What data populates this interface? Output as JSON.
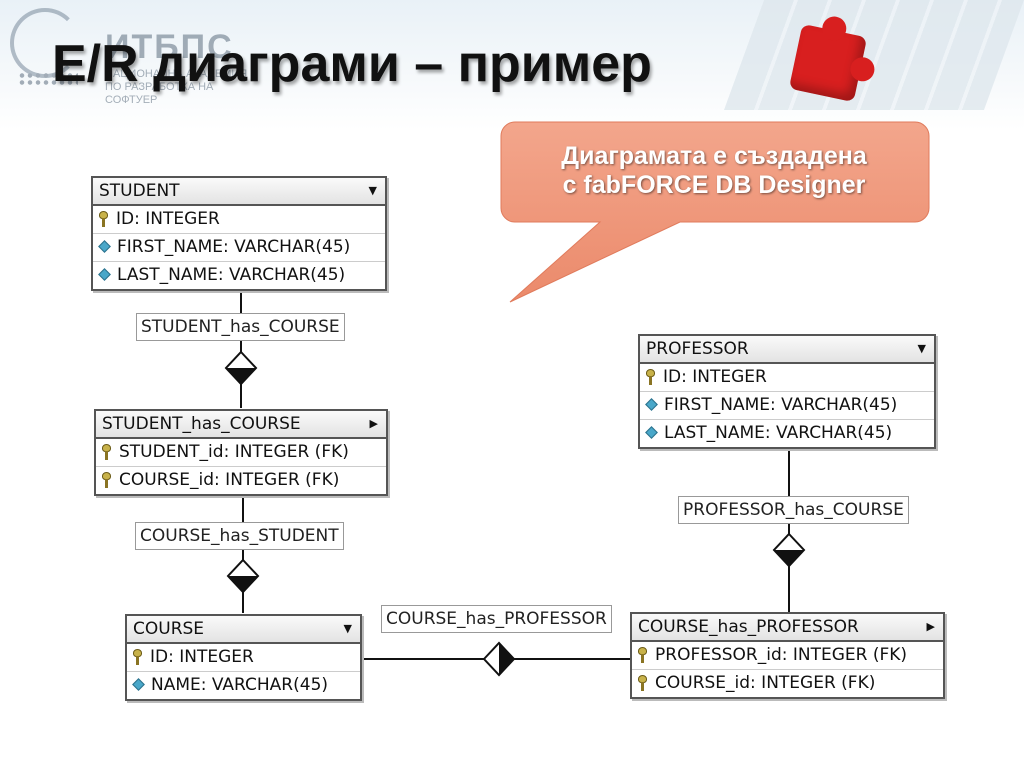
{
  "slide": {
    "title": "E/R диаграми – пример",
    "logo_text": "ИТБПС",
    "logo_subtitle": "НАЦИОНАЛНА АКАДЕМИЯ ПО РАЗРАБОТКА НА СОФТУЕР"
  },
  "callout": {
    "line1": "Диаграмата е създадена",
    "line2": "с fabFORCE DB Designer",
    "color": "#f0977a"
  },
  "entities": {
    "student": {
      "name": "STUDENT",
      "fields": [
        {
          "text": "ID: INTEGER",
          "icon": "key-icon"
        },
        {
          "text": "FIRST_NAME: VARCHAR(45)",
          "icon": "diamond-icon"
        },
        {
          "text": "LAST_NAME: VARCHAR(45)",
          "icon": "diamond-icon"
        }
      ]
    },
    "student_has_course": {
      "name": "STUDENT_has_COURSE",
      "fields": [
        {
          "text": "STUDENT_id: INTEGER (FK)",
          "icon": "key-icon"
        },
        {
          "text": "COURSE_id: INTEGER (FK)",
          "icon": "key-icon"
        }
      ]
    },
    "course": {
      "name": "COURSE",
      "fields": [
        {
          "text": "ID: INTEGER",
          "icon": "key-icon"
        },
        {
          "text": "NAME: VARCHAR(45)",
          "icon": "diamond-icon"
        }
      ]
    },
    "professor": {
      "name": "PROFESSOR",
      "fields": [
        {
          "text": "ID: INTEGER",
          "icon": "key-icon"
        },
        {
          "text": "FIRST_NAME: VARCHAR(45)",
          "icon": "diamond-icon"
        },
        {
          "text": "LAST_NAME: VARCHAR(45)",
          "icon": "diamond-icon"
        }
      ]
    },
    "course_has_professor": {
      "name": "COURSE_has_PROFESSOR",
      "fields": [
        {
          "text": "PROFESSOR_id: INTEGER (FK)",
          "icon": "key-icon"
        },
        {
          "text": "COURSE_id: INTEGER (FK)",
          "icon": "key-icon"
        }
      ]
    }
  },
  "relations": {
    "student_has_course": "STUDENT_has_COURSE",
    "course_has_student": "COURSE_has_STUDENT",
    "professor_has_course": "PROFESSOR_has_COURSE",
    "course_has_professor": "COURSE_has_PROFESSOR"
  }
}
